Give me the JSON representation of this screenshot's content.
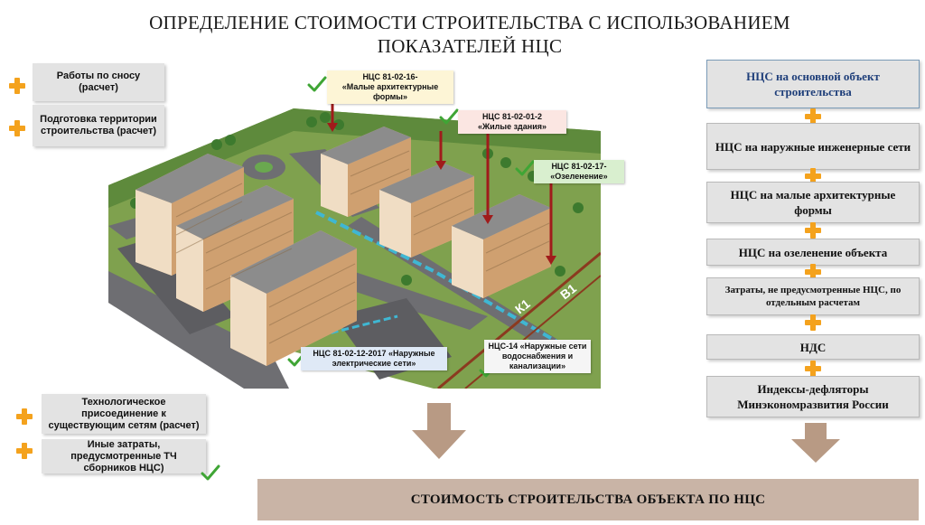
{
  "title": {
    "line1": "ОПРЕДЕЛЕНИЕ СТОИМОСТИ СТРОИТЕЛЬСТВА С ИСПОЛЬЗОВАНИЕМ",
    "line2": "ПОКАЗАТЕЛЕЙ НЦС"
  },
  "left_items": [
    "Работы по сносу (расчет)",
    "Подготовка территории строительства (расчет)"
  ],
  "left_bottom_items": [
    "Технологическое присоединение к существующим сетям (расчет)",
    "Иные затраты, предусмотренные ТЧ сборников НЦС)"
  ],
  "callouts": {
    "maf": "НЦС 81-02-16-",
    "maf_name": "«Малые архитектурные формы»",
    "housing": "НЦС 81-02-01-2",
    "housing_name": "«Жилые здания»",
    "green": "НЦС 81-02-17-",
    "green_name": "«Озеленение»",
    "electric": "НЦС 81-02-12-2017 «Наружные электрические сети»",
    "water": "НЦС-14 «Наружные сети водоснабжения и канализации»"
  },
  "network_labels": {
    "k1": "К1",
    "v1": "В1"
  },
  "right_items": [
    "НЦС на основной объект строительства",
    "НЦС на наружные инженерные сети",
    "НЦС на малые архитектурные формы",
    "НЦС на озеленение объекта",
    "Затраты, не предусмотренные НЦС, по отдельным расчетам",
    "НДС",
    "Индексы-дефляторы Минэкономразвития России"
  ],
  "result": "СТОИМОСТЬ СТРОИТЕЛЬСТВА ОБЪЕКТА   ПО НЦС",
  "colors": {
    "plus": "#f4a21d",
    "check": "#3fa535",
    "arrow": "#b89a84",
    "result_bg": "#c9b4a6",
    "red_pointer": "#a01b1b"
  }
}
